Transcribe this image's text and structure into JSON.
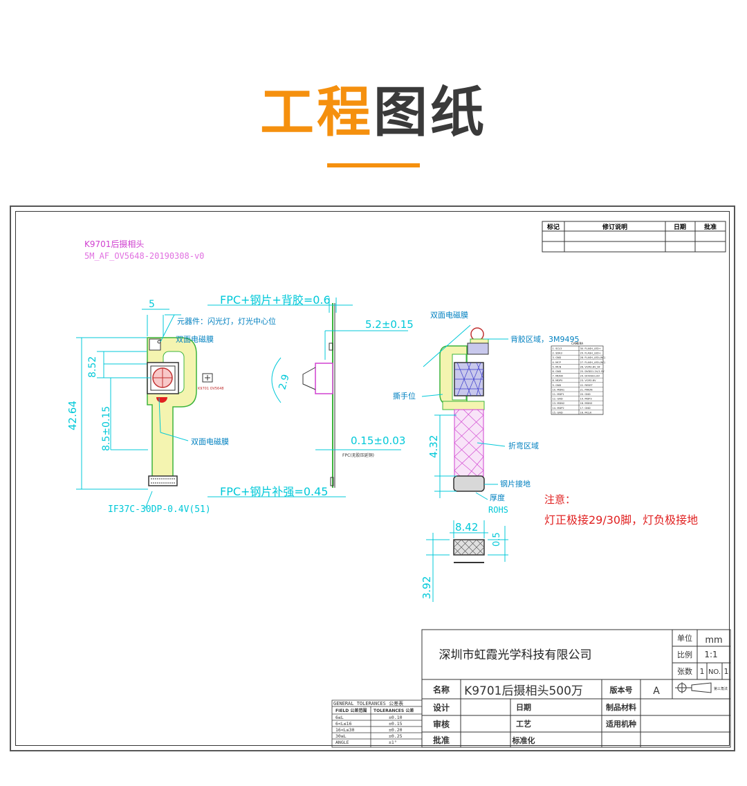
{
  "header": {
    "title_accent": "工程",
    "title_main": "图纸"
  },
  "revision_table": {
    "headers": [
      "标记",
      "修订说明",
      "日期",
      "批准"
    ]
  },
  "drawing": {
    "model": "K9701后摄相头",
    "file_id": "5M_AF_OV5648-20190308-v0",
    "dim_thickness_top": "FPC+钢片+背胶=0.6",
    "dim_thickness_bottom": "FPC+钢片补强=0.45",
    "dim_5": "5",
    "dim_852": "8.52",
    "dim_4264": "42.64",
    "dim_85": "8.5±0.15",
    "dim_52": "5.2±0.15",
    "dim_29": "2.9",
    "dim_015": "0.15±0.03",
    "dim_432": "4.32",
    "dim_842": "8.42",
    "dim_05": "0.5",
    "dim_392": "3.92",
    "label_component": "元器件：闪光灯，灯光中心位",
    "label_emi_top": "双面电磁膜",
    "label_emi_mid": "双面电磁膜",
    "label_emi_right": "双面电磁膜",
    "label_adhesive": "背胶区域，3M9495",
    "label_tear": "撕手位",
    "label_bend": "折弯区域",
    "label_steel_ground": "钢片接地",
    "label_thickness": "厚度",
    "label_fpc_note": "FPC(无胶压延铜)",
    "connector": "IF37C-30DP-0.4V(51)",
    "note_title": "注意：",
    "note_body": "灯正极接29/30脚，灯负极接地"
  },
  "pin_table": {
    "header": "CAMERA",
    "rows": [
      [
        "1. SCL3",
        "30. FLASH_LED+"
      ],
      [
        "2. SDA3",
        "29. FLASH_LED+"
      ],
      [
        "3. GND",
        "28. FLASH_LED-(NC)"
      ],
      [
        "4. MCP",
        "27. FLASH_LED-(NC)"
      ],
      [
        "5. MCN",
        "26. VCM2.8V_AF"
      ],
      [
        "6. GND",
        "25. DVDD1.2V/1.5V"
      ],
      [
        "7. MDN0",
        "24. DOVDD1.8V"
      ],
      [
        "8. MDP0",
        "23. VCM2.8V"
      ],
      [
        "9. GND",
        "22. RESET"
      ],
      [
        "10. MDN1",
        "21. PWDN"
      ],
      [
        "11. MDP1",
        "20. GND"
      ],
      [
        "12. GND",
        "19. MDP3"
      ],
      [
        "13. MDN2",
        "18. MDN3"
      ],
      [
        "14. MDP2",
        "17. GND"
      ],
      [
        "15. GND",
        "16. MCLK"
      ]
    ]
  },
  "title_block": {
    "company": "深圳市虹霞光学科技有限公司",
    "unit_label": "单位",
    "unit_value": "mm",
    "scale_label": "比例",
    "scale_value": "1:1",
    "sheets_label": "张数",
    "sheets_value": "1",
    "no_label": "NO.",
    "no_value": "1",
    "name_label": "名称",
    "name_value": "K9701后摄相头500万",
    "version_label": "版本号",
    "version_value": "A",
    "projection_label": "第三角法",
    "design_label": "设计",
    "date_label": "日期",
    "material_label": "制品材料",
    "review_label": "审核",
    "process_label": "工艺",
    "model_label": "适用机种",
    "approve_label": "批准",
    "standard_label": "标准化"
  },
  "tolerances": {
    "title": "GENERAL TOLERANCES 公差表",
    "col1": "FIELD 公差范围",
    "col2": "TOLERANCES 公差",
    "rows": [
      [
        "6≤L",
        "±0.10"
      ],
      [
        "6<L≤16",
        "±0.15"
      ],
      [
        "16<L≤30",
        "±0.20"
      ],
      [
        "30≤L",
        "±0.25"
      ],
      [
        "ANGLE",
        "±1°"
      ]
    ]
  },
  "colors": {
    "accent": "#f5900e",
    "dim": "#00c8d8",
    "note_red": "#e02020",
    "magenta": "#d040d0",
    "fpc_fill": "#f4f4b0",
    "fpc_green": "#3cb43c",
    "blue_stiffener": "#3a3acc"
  }
}
